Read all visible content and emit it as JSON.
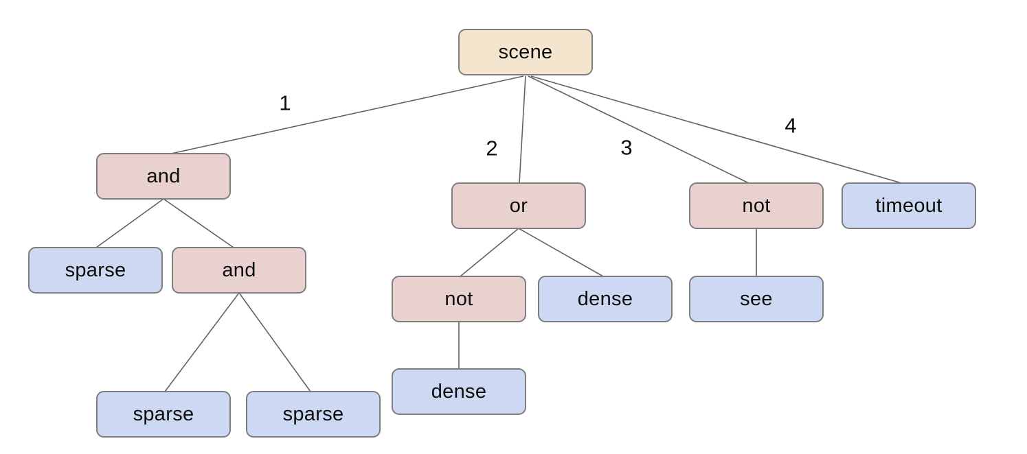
{
  "diagram": {
    "type": "tree",
    "root": "scene",
    "colors": {
      "root_fill": "#f4e6ce",
      "operator_fill": "#e9d1d0",
      "leaf_fill": "#cdd9f2",
      "node_border": "#7d7d7d",
      "edge_line": "#616161",
      "text": "#0d0d0d",
      "background": "#ffffff"
    },
    "nodes": [
      {
        "id": "scene",
        "label": "scene",
        "kind": "root"
      },
      {
        "id": "and1",
        "label": "and",
        "kind": "operator"
      },
      {
        "id": "sparse1",
        "label": "sparse",
        "kind": "leaf"
      },
      {
        "id": "and2",
        "label": "and",
        "kind": "operator"
      },
      {
        "id": "sparse2",
        "label": "sparse",
        "kind": "leaf"
      },
      {
        "id": "sparse3",
        "label": "sparse",
        "kind": "leaf"
      },
      {
        "id": "or1",
        "label": "or",
        "kind": "operator"
      },
      {
        "id": "not1",
        "label": "not",
        "kind": "operator"
      },
      {
        "id": "dense1",
        "label": "dense",
        "kind": "leaf"
      },
      {
        "id": "dense2",
        "label": "dense",
        "kind": "leaf"
      },
      {
        "id": "not2",
        "label": "not",
        "kind": "operator"
      },
      {
        "id": "timeout",
        "label": "timeout",
        "kind": "leaf"
      },
      {
        "id": "see",
        "label": "see",
        "kind": "leaf"
      }
    ],
    "edges": [
      {
        "from": "scene",
        "to": "and1",
        "label": "1"
      },
      {
        "from": "scene",
        "to": "or1",
        "label": "2"
      },
      {
        "from": "scene",
        "to": "not2",
        "label": "3"
      },
      {
        "from": "scene",
        "to": "timeout",
        "label": "4"
      },
      {
        "from": "and1",
        "to": "sparse1",
        "label": ""
      },
      {
        "from": "and1",
        "to": "and2",
        "label": ""
      },
      {
        "from": "and2",
        "to": "sparse2",
        "label": ""
      },
      {
        "from": "and2",
        "to": "sparse3",
        "label": ""
      },
      {
        "from": "or1",
        "to": "not1",
        "label": ""
      },
      {
        "from": "or1",
        "to": "dense1",
        "label": ""
      },
      {
        "from": "not1",
        "to": "dense2",
        "label": ""
      },
      {
        "from": "not2",
        "to": "see",
        "label": ""
      }
    ]
  }
}
